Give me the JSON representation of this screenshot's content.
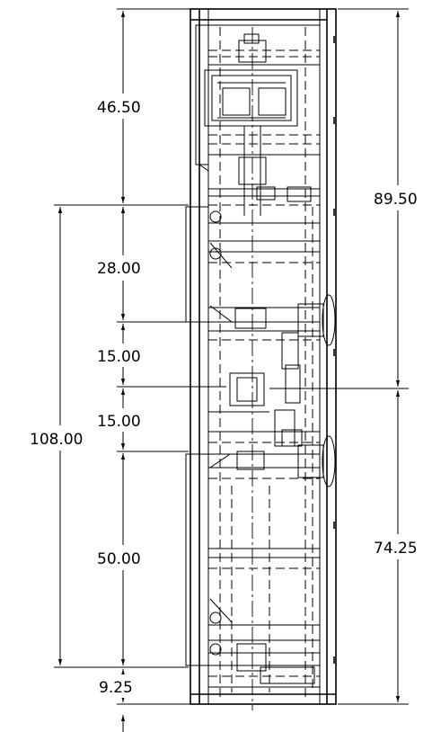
{
  "dimensions": {
    "left_inner": [
      {
        "id": "d1",
        "label": "46.50"
      },
      {
        "id": "d2",
        "label": "28.00"
      },
      {
        "id": "d3",
        "label": "15.00"
      },
      {
        "id": "d4",
        "label": "15.00"
      },
      {
        "id": "d5",
        "label": "50.00"
      },
      {
        "id": "d6",
        "label": "9.25"
      }
    ],
    "left_outer": {
      "label": "108.00"
    },
    "right": [
      {
        "id": "r1",
        "label": "89.50"
      },
      {
        "id": "r2",
        "label": "74.25"
      }
    ]
  }
}
